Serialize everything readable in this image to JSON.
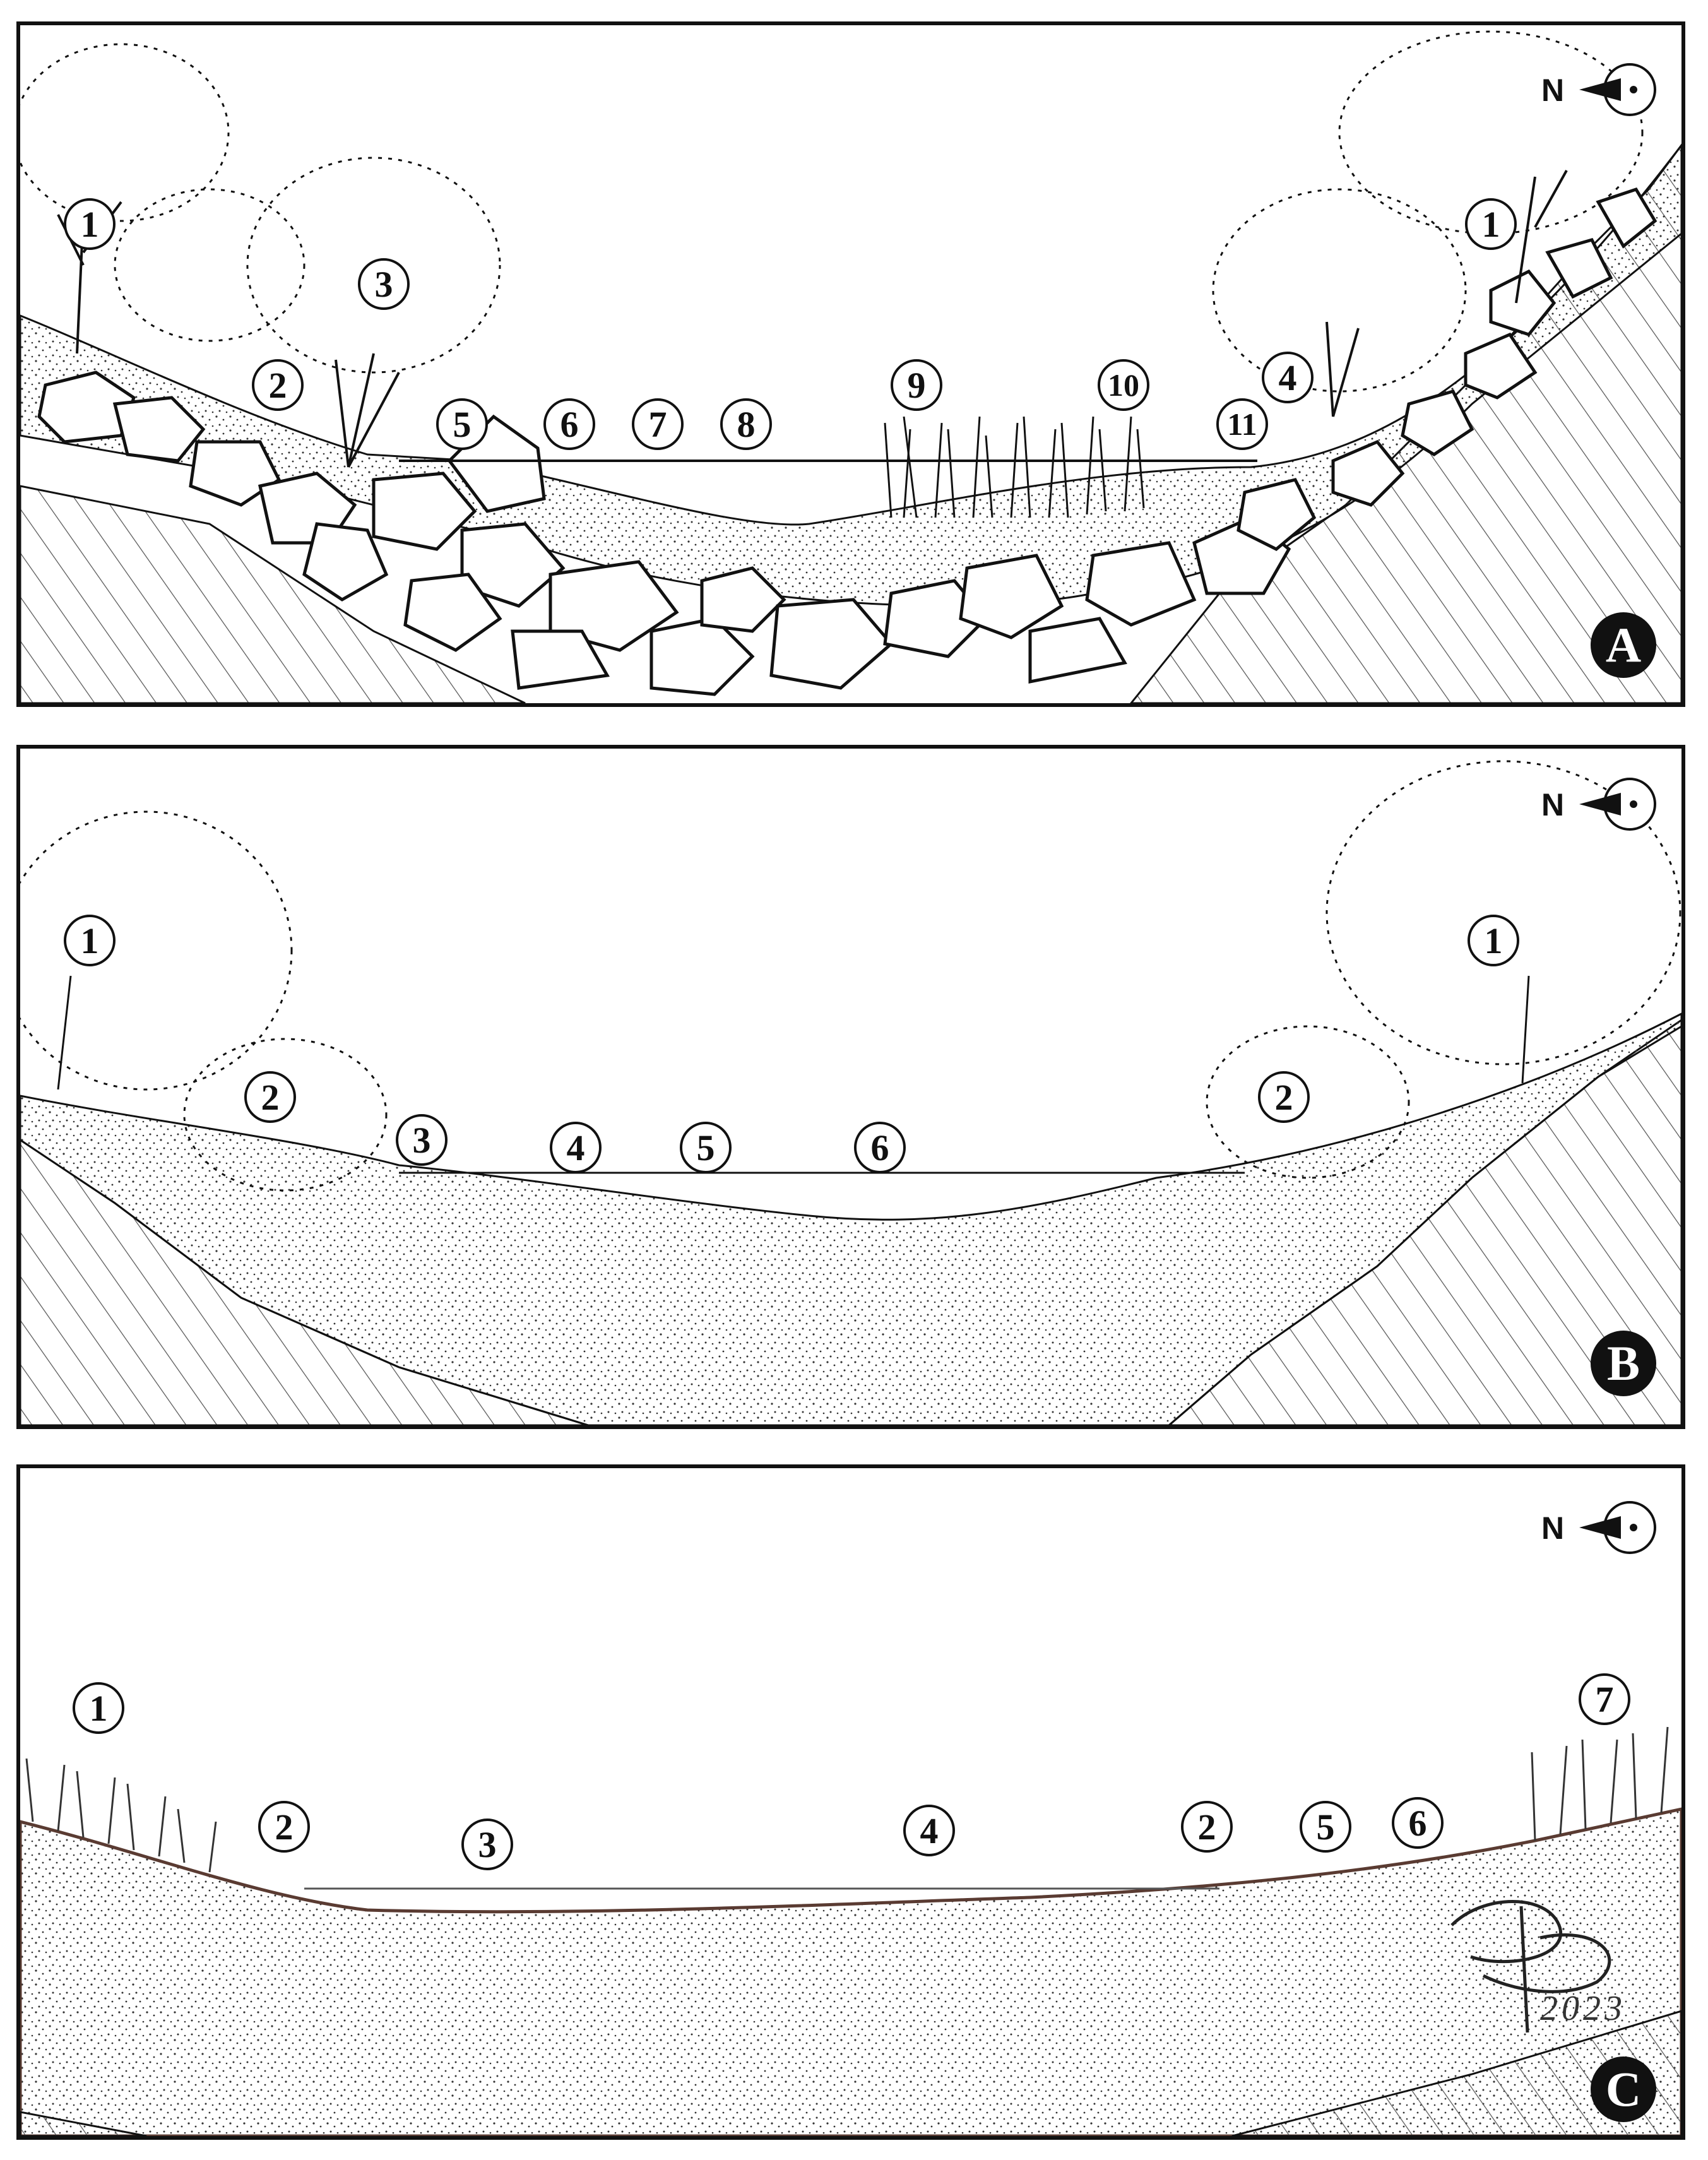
{
  "compass_label": "N",
  "panels": [
    {
      "letter": "A",
      "labels": [
        "1",
        "1",
        "2",
        "3",
        "4",
        "5",
        "6",
        "7",
        "8",
        "9",
        "10",
        "11"
      ]
    },
    {
      "letter": "B",
      "labels": [
        "1",
        "1",
        "2",
        "2",
        "3",
        "4",
        "5",
        "6"
      ]
    },
    {
      "letter": "C",
      "labels": [
        "1",
        "2",
        "3",
        "4",
        "2",
        "5",
        "6",
        "7"
      ]
    }
  ],
  "signature": {
    "year": "2023"
  },
  "colors": {
    "ink": "#111111",
    "hatch": "#555555",
    "stipple": "#333333",
    "paper": "#ffffff"
  }
}
